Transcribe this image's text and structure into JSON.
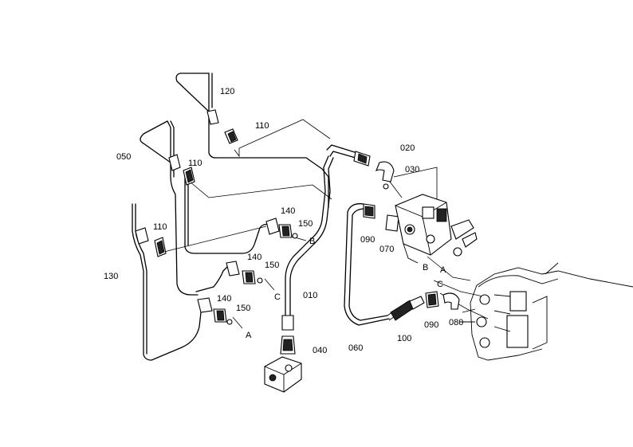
{
  "labels": {
    "p010": "010",
    "p020": "020",
    "p030": "030",
    "p040": "040",
    "p050": "050",
    "p060": "060",
    "p070": "070",
    "p080": "080",
    "p090a": "090",
    "p090b": "090",
    "p100": "100",
    "p110a": "110",
    "p110b": "110",
    "p110c": "110",
    "p120": "120",
    "p130": "130",
    "p140a": "140",
    "p140b": "140",
    "p140c": "140",
    "p150a": "150",
    "p150b": "150",
    "p150c": "150",
    "conn_a1": "A",
    "conn_a2": "A",
    "conn_b1": "B",
    "conn_b2": "B",
    "conn_c1": "C",
    "conn_c2": "C"
  }
}
